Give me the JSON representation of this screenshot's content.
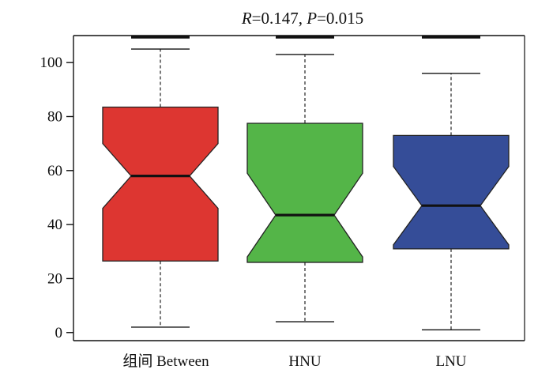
{
  "chart_data": {
    "type": "boxplot",
    "title": "R=0.147, P=0.015",
    "title_parts": [
      {
        "text": "R",
        "italic": true
      },
      {
        "text": "=0.147, ",
        "italic": false
      },
      {
        "text": "P",
        "italic": true
      },
      {
        "text": "=0.015",
        "italic": false
      }
    ],
    "xlabel": "",
    "ylabel": "",
    "ylim": [
      -3,
      110
    ],
    "y_ticks": [
      0,
      20,
      40,
      60,
      80,
      100
    ],
    "notched": true,
    "grid": false,
    "legend": "none",
    "categories": [
      "组间 Between",
      "HNU",
      "LNU"
    ],
    "boxes": [
      {
        "category": "组间 Between",
        "whisker_low": 2,
        "q1": 26.5,
        "median": 58,
        "q3": 83.5,
        "whisker_high": 105,
        "notch_low": 46,
        "notch_high": 70,
        "outliers_high": [
          109.5
        ],
        "color": "#dd3631"
      },
      {
        "category": "HNU",
        "whisker_low": 4,
        "q1": 26,
        "median": 43.5,
        "q3": 77.5,
        "whisker_high": 103,
        "notch_low": 28,
        "notch_high": 59,
        "outliers_high": [
          109.5
        ],
        "color": "#54b548"
      },
      {
        "category": "LNU",
        "whisker_low": 1,
        "q1": 31,
        "median": 47,
        "q3": 73,
        "whisker_high": 96,
        "notch_low": 32.5,
        "notch_high": 61.5,
        "outliers_high": [
          109.5
        ],
        "color": "#354d98"
      }
    ]
  }
}
